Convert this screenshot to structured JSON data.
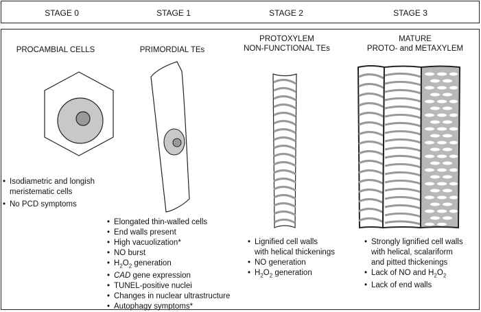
{
  "stages": [
    {
      "label": "STAGE 0"
    },
    {
      "label": "STAGE 1"
    },
    {
      "label": "STAGE 2"
    },
    {
      "label": "STAGE 3"
    }
  ],
  "titles": {
    "stage0": "PROCAMBIAL CELLS",
    "stage1": "PRIMORDIAL TEs",
    "stage2_line1": "PROTOXYLEM",
    "stage2_line2": "NON-FUNCTIONAL TEs",
    "stage3_line1": "MATURE",
    "stage3_line2": "PROTO- and METAXYLEM"
  },
  "stage0_bullets": [
    "Isodiametric and longish",
    "meristematic cells",
    "No PCD symptoms"
  ],
  "stage1_bullets": [
    "Elongated thin-walled cells",
    "End walls present",
    "High vacuolization*",
    "NO burst",
    "H2O2 generation",
    "CAD gene expression",
    "TUNEL-positive nuclei",
    "Changes in nuclear ultrastructure",
    "Autophagy symptoms*"
  ],
  "stage2_bullets": [
    "Lignified cell walls",
    "with helical thickenings",
    "NO generation",
    "H2O2 generation"
  ],
  "stage3_bullets": [
    "Strongly lignified cell walls",
    "with helical, scalariform",
    "and pitted thickenings",
    "Lack of NO and H2O2",
    "Lack of end walls"
  ],
  "colors": {
    "border": "#222222",
    "fill_gray": "#c8c8c8",
    "thickening": "#999999"
  }
}
